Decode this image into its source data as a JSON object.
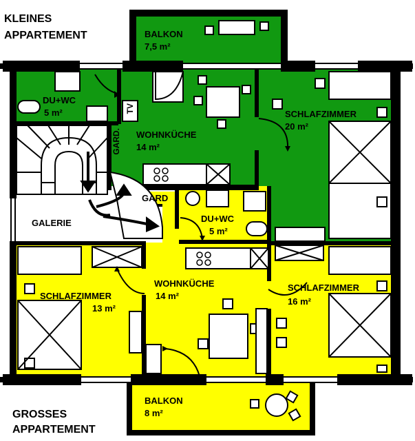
{
  "headings": {
    "top_line1": "KLEINES",
    "top_line2": "APPARTEMENT",
    "bottom_line1": "GROSSES",
    "bottom_line2": "APPARTEMENT"
  },
  "rooms": {
    "balkon_top": {
      "name": "BALKON",
      "area": "7,5 m²"
    },
    "du_wc_small": {
      "name": "DU+WC",
      "area": "5 m²"
    },
    "tv": {
      "name": "TV"
    },
    "wohnkueche_small": {
      "name": "WOHNKÜCHE",
      "area": "14 m²"
    },
    "gard_small": {
      "name": "GARD."
    },
    "schlafzimmer_20": {
      "name": "SCHLAFZIMMER",
      "area": "20 m²"
    },
    "gard_large": {
      "name": "GARD"
    },
    "galerie": {
      "name": "GALERIE"
    },
    "du_wc_large": {
      "name": "DU+WC",
      "area": "5 m²"
    },
    "wohnkueche_large": {
      "name": "WOHNKÜCHE",
      "area": "14 m²"
    },
    "schlafzimmer_13": {
      "name": "SCHLAFZIMMER",
      "area": "13 m²"
    },
    "schlafzimmer_16": {
      "name": "SCHLAFZIMMER",
      "area": "16 m²"
    },
    "balkon_bottom": {
      "name": "BALKON",
      "area": "8 m²"
    }
  },
  "colors": {
    "small_apartment": "#119911",
    "large_apartment": "#ffff00",
    "walls": "#000000",
    "background": "#ffffff"
  }
}
